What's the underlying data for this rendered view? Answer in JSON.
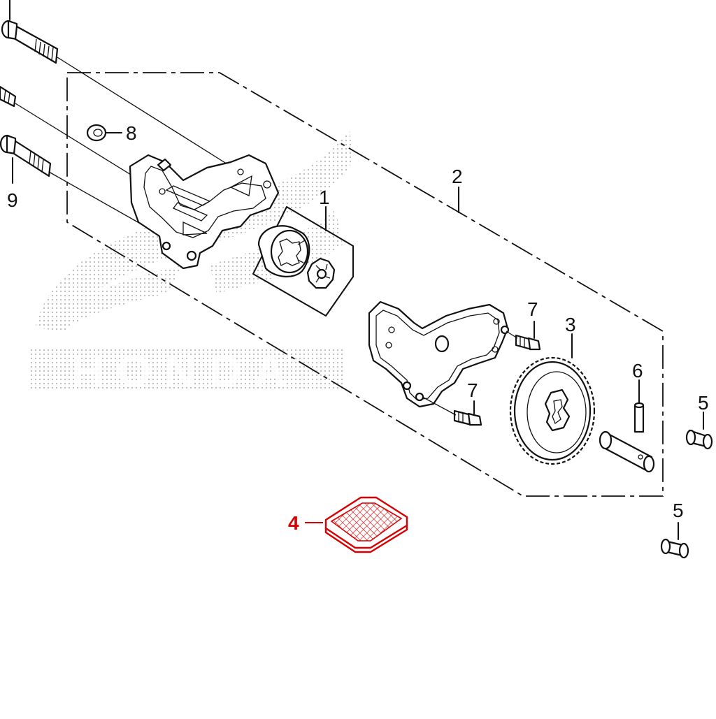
{
  "diagram": {
    "watermark": "HONDA",
    "accent_color": "#d80000",
    "callouts": [
      {
        "id": "1",
        "label": "1"
      },
      {
        "id": "2",
        "label": "2"
      },
      {
        "id": "3",
        "label": "3"
      },
      {
        "id": "4",
        "label": "4",
        "highlight": true
      },
      {
        "id": "5a",
        "label": "5"
      },
      {
        "id": "5b",
        "label": "5"
      },
      {
        "id": "6",
        "label": "6"
      },
      {
        "id": "7a",
        "label": "7"
      },
      {
        "id": "7b",
        "label": "7"
      },
      {
        "id": "8",
        "label": "8"
      },
      {
        "id": "9",
        "label": "9"
      }
    ]
  }
}
